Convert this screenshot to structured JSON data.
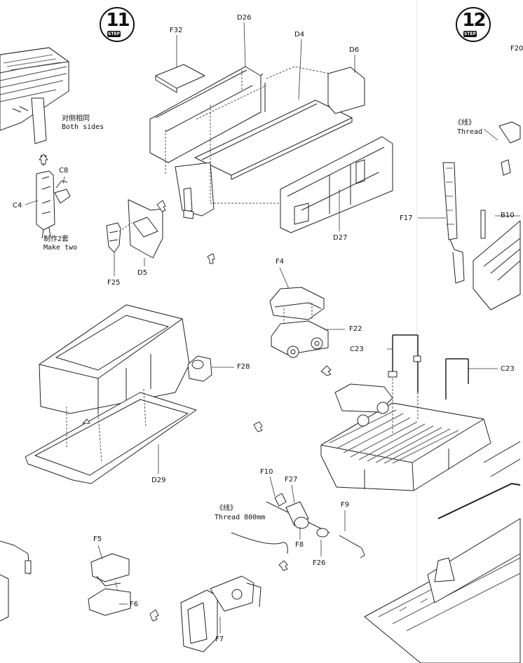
{
  "steps": [
    {
      "number": "11",
      "word": "STEP"
    },
    {
      "number": "12",
      "word": "STEP"
    }
  ],
  "labels": {
    "F32": "F32",
    "D26": "D26",
    "D4": "D4",
    "D6": "D6",
    "D27": "D27",
    "C8": "C8",
    "C4": "C4",
    "D5": "D5",
    "F25": "F25",
    "F4": "F4",
    "F22": "F22",
    "F28": "F28",
    "D29": "D29",
    "C23a": "C23",
    "C23b": "C23",
    "F10": "F10",
    "F27": "F27",
    "F8": "F8",
    "F26": "F26",
    "F9": "F9",
    "F5": "F5",
    "F6": "F6",
    "F7": "F7",
    "F17": "F17",
    "B10": "B10",
    "F20": "F20"
  },
  "notes": {
    "both_cn": "对侧相同",
    "both_en": "Both sides",
    "make_cn": "制作2套",
    "make_en": "Make two",
    "thread_cn_right": "《线》",
    "thread_en_right": "Thread",
    "thread_cn_center": "《线》",
    "thread_en_center": "Thread 800mm"
  }
}
